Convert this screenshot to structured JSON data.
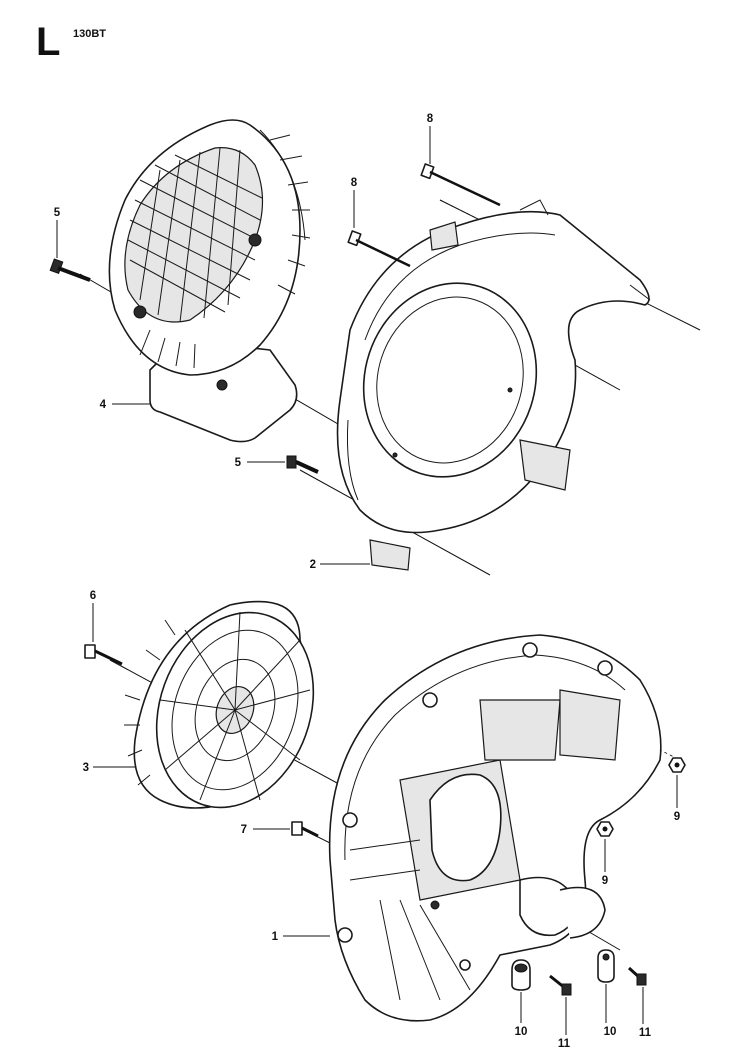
{
  "header": {
    "section_letter": "L",
    "model": "130BT"
  },
  "parts": [
    {
      "ref": "1",
      "name": "fan-housing"
    },
    {
      "ref": "2",
      "name": "cover"
    },
    {
      "ref": "3",
      "name": "fan-wheel"
    },
    {
      "ref": "4",
      "name": "intake-grille"
    },
    {
      "ref": "5",
      "name": "screw"
    },
    {
      "ref": "6",
      "name": "screw"
    },
    {
      "ref": "7",
      "name": "screw"
    },
    {
      "ref": "8",
      "name": "screw"
    },
    {
      "ref": "9",
      "name": "nut"
    },
    {
      "ref": "10",
      "name": "clamp"
    },
    {
      "ref": "11",
      "name": "screw"
    }
  ],
  "callouts": {
    "c5a": "5",
    "c4": "4",
    "c5b": "5",
    "c8a": "8",
    "c8b": "8",
    "c2": "2",
    "c6": "6",
    "c3": "3",
    "c7": "7",
    "c1": "1",
    "c9a": "9",
    "c9b": "9",
    "c10a": "10",
    "c11a": "11",
    "c10b": "10",
    "c11b": "11"
  }
}
